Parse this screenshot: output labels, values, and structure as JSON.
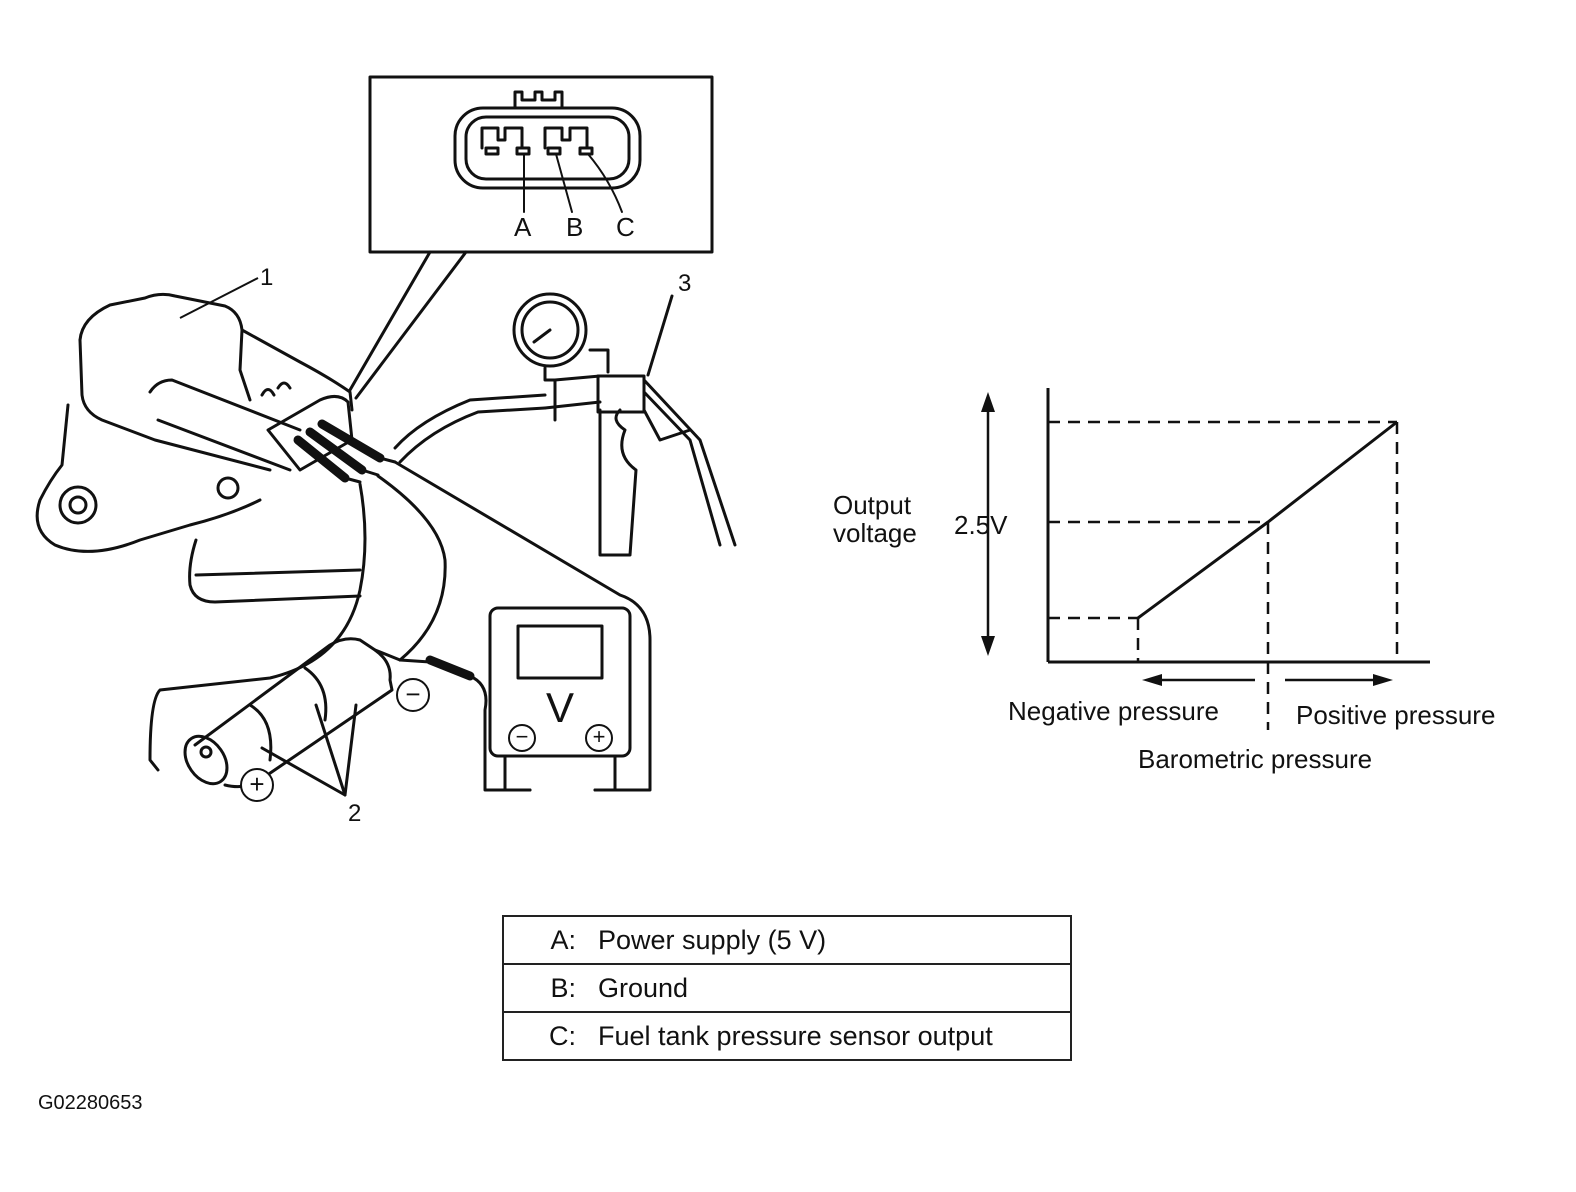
{
  "figure_id": "G02280653",
  "callouts": {
    "sensor": "1",
    "battery": "2",
    "pump": "3"
  },
  "connector": {
    "pins": [
      "A",
      "B",
      "C"
    ]
  },
  "battery": {
    "plus": "+",
    "minus": "−"
  },
  "voltmeter": {
    "unit": "V",
    "minus": "−",
    "plus": "+"
  },
  "graph": {
    "y_label_line1": "Output",
    "y_label_line2": "voltage",
    "mid_value": "2.5V",
    "negative_label": "Negative pressure",
    "positive_label": "Positive pressure",
    "x_label": "Barometric pressure"
  },
  "pin_table": [
    {
      "key": "A:",
      "desc": "Power supply (5 V)"
    },
    {
      "key": "B:",
      "desc": "Ground"
    },
    {
      "key": "C:",
      "desc": "Fuel tank pressure sensor output"
    }
  ]
}
